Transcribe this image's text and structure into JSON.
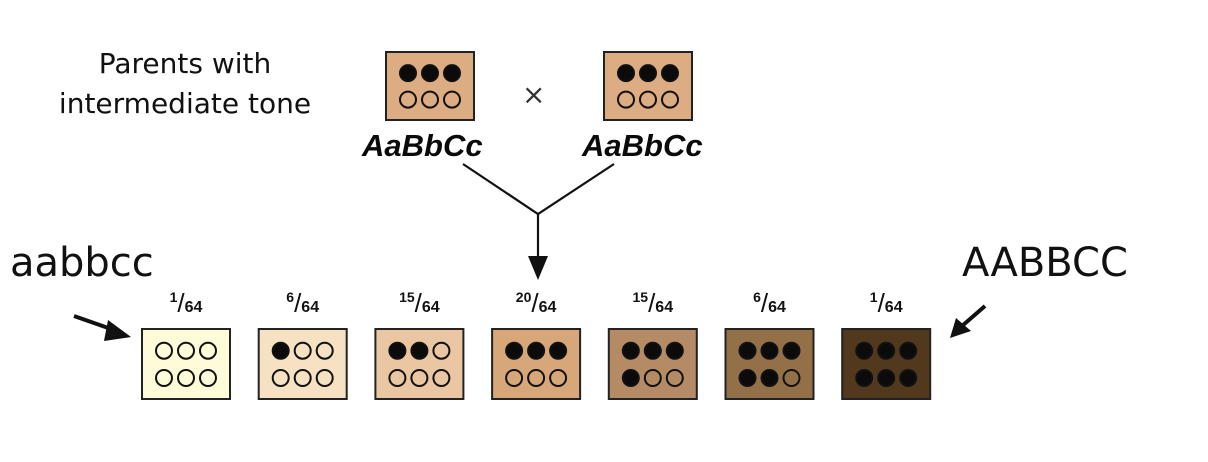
{
  "parents_caption": [
    "Parents with",
    "intermediate tone"
  ],
  "parent_genotypes": [
    "AaBbCc",
    "AaBbCc"
  ],
  "cross_symbol": "×",
  "label_left": "aabbcc",
  "label_right": "AABBCC",
  "parent_box": {
    "color": "#dcac82",
    "dark_alleles": 3
  },
  "offspring": [
    {
      "numerator": "1",
      "denominator": "64",
      "color": "#fefbd8",
      "dark_alleles": 0
    },
    {
      "numerator": "6",
      "denominator": "64",
      "color": "#f6e2c2",
      "dark_alleles": 1
    },
    {
      "numerator": "15",
      "denominator": "64",
      "color": "#eac7a2",
      "dark_alleles": 2
    },
    {
      "numerator": "20",
      "denominator": "64",
      "color": "#d7a77a",
      "dark_alleles": 3
    },
    {
      "numerator": "15",
      "denominator": "64",
      "color": "#b48b64",
      "dark_alleles": 4
    },
    {
      "numerator": "6",
      "denominator": "64",
      "color": "#937048",
      "dark_alleles": 5
    },
    {
      "numerator": "1",
      "denominator": "64",
      "color": "#52391e",
      "dark_alleles": 6
    }
  ]
}
